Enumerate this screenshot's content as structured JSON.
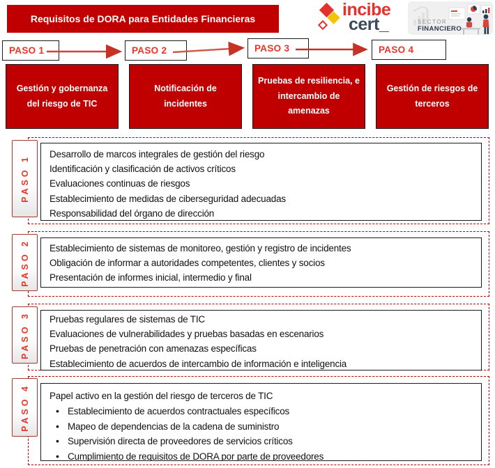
{
  "title": "Requisitos de DORA para Entidades Financieras",
  "logos": {
    "incibe": {
      "line1": "incibe",
      "line2": "cert_"
    },
    "sector": {
      "line1": "SECTOR",
      "line2": "FINANCIERO"
    }
  },
  "steps": [
    "PASO 1",
    "PASO 2",
    "PASO 3",
    "PASO 4"
  ],
  "categories": [
    "Gestión y gobernanza del riesgo de TIC",
    "Notificación de incidentes",
    "Pruebas de resiliencia, e intercambio de amenazas",
    "Gestión de riesgos de terceros"
  ],
  "sections": [
    {
      "label": "PASO 1",
      "items": [
        "Desarrollo de marcos integrales de gestión del riesgo",
        "Identificación y clasificación de activos críticos",
        "Evaluaciones continuas de riesgos",
        "Establecimiento de medidas de ciberseguridad adecuadas",
        "Responsabilidad del órgano de dirección"
      ]
    },
    {
      "label": "PASO 2",
      "items": [
        "Establecimiento de sistemas de monitoreo, gestión y registro de incidentes",
        "Obligación de informar a autoridades competentes, clientes y socios",
        "Presentación de informes inicial, intermedio y final"
      ]
    },
    {
      "label": "PASO 3",
      "items": [
        "Pruebas regulares de sistemas de TIC",
        "Evaluaciones de vulnerabilidades y pruebas basadas en escenarios",
        "Pruebas de penetración con amenazas específicas",
        "Establecimiento de acuerdos de intercambio de información e inteligencia"
      ]
    },
    {
      "label": "PASO 4",
      "intro": "Papel activo en la gestión del riesgo de terceros de TIC",
      "items": [
        "Establecimiento de acuerdos contractuales específicos",
        "Mapeo de dependencias de la cadena de suministro",
        "Supervisión directa de proveedores de servicios críticos",
        "Cumplimiento de requisitos de DORA por parte de proveedores"
      ]
    }
  ],
  "colors": {
    "dark_red": "#c00000",
    "bright_red": "#e8352b",
    "incibe_red": "#e5312b",
    "incibe_yellow": "#f5c400",
    "cert_slate": "#3d4a5c",
    "sector_navy": "#2e3a4e"
  }
}
